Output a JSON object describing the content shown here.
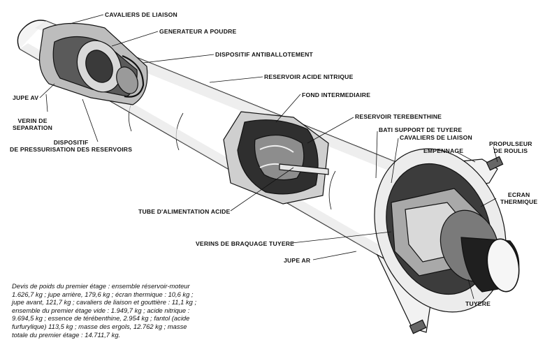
{
  "labels": {
    "cavaliers_liaison_top": "CAVALIERS DE LIAISON",
    "generateur": "GENERATEUR A POUDRE",
    "antiballotement": "DISPOSITIF ANTIBALLOTEMENT",
    "reservoir_acide": "RESERVOIR ACIDE NITRIQUE",
    "fond_intermediaire": "FOND INTERMEDIAIRE",
    "reservoir_terebenthine": "RESERVOIR TEREBENTHINE",
    "bati_support": "BATI SUPPORT DE TUYERE",
    "cavaliers_liaison_rear": "CAVALIERS DE LIAISON",
    "empennage": "EMPENNAGE",
    "propulseur_line1": "PROPULSEUR",
    "propulseur_line2": "DE ROULIS",
    "jupe_av": "JUPE AV",
    "verin_line1": "VERIN DE",
    "verin_line2": "SEPARATION",
    "pressurisation_line1": "DISPOSITIF",
    "pressurisation_line2": "DE PRESSURISATION DES RESERVOIRS",
    "ecran_line1": "ECRAN",
    "ecran_line2": "THERMIQUE",
    "tube": "TUBE D'ALIMENTATION ACIDE",
    "verins_braquage": "VERINS DE BRAQUAGE TUYERE",
    "jupe_ar": "JUPE AR",
    "tuyere": "TUYERE"
  },
  "caption": {
    "line1": "Devis de poids du premier étage : ensemble réservoir-moteur",
    "line2": "1.626,7 kg ; jupe arrière, 179,6 kg ; écran thermique : 10,6 kg ;",
    "line3": "jupe avant, 121,7 kg ; cavaliers de liaison et gouttière : 11,1 kg ;",
    "line4": "ensemble du premier étage vide : 1.949,7 kg ; acide nitrique :",
    "line5": "9.694,5 kg ; essence de térébenthine, 2.954 kg ; fantol (acide",
    "line6": "furfurylique) 113,5 kg ; masse des ergols, 12.762 kg ; masse",
    "line7": "totale du premier étage : 14.711,7 kg."
  }
}
